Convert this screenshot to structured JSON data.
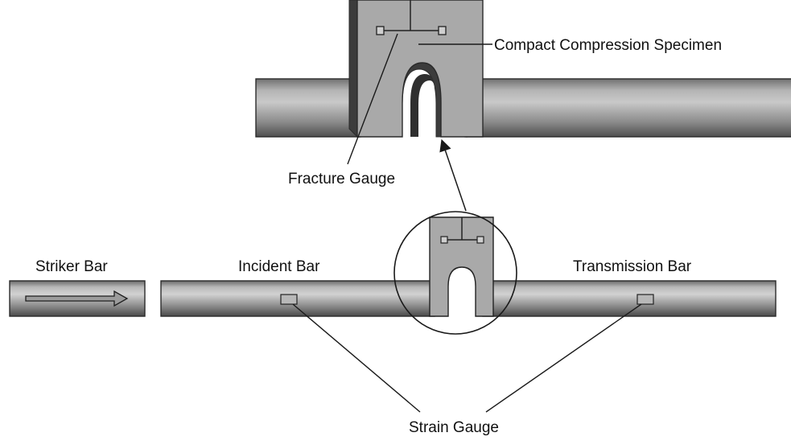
{
  "labels": {
    "striker_bar": "Striker Bar",
    "incident_bar": "Incident  Bar",
    "transmission_bar": "Transmission Bar",
    "strain_gauge": "Strain Gauge",
    "fracture_gauge": "Fracture Gauge",
    "specimen": "Compact Compression Specimen"
  },
  "colors": {
    "bar_light": "#c8c8c8",
    "bar_mid": "#9a9a9a",
    "bar_dark": "#555555",
    "specimen_face": "#a9a9a9",
    "specimen_dark": "#3c3c3c",
    "line": "#1a1a1a",
    "background": "#ffffff"
  },
  "icons": {
    "striker_direction": "right-arrow-icon"
  }
}
